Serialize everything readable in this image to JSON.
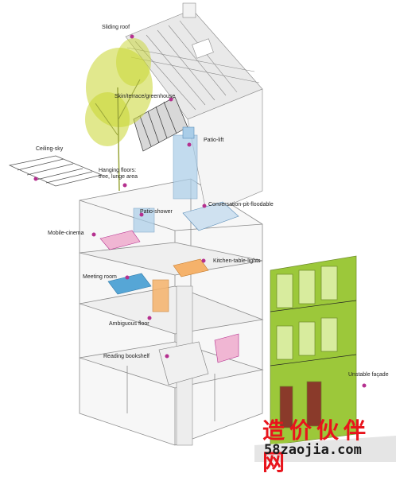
{
  "labels": {
    "sliding_roof": "Sliding roof",
    "skin_terrace_greenhouse": "Skin/terrace/greenhouse",
    "patio_lift": "Patio-lift",
    "ceiling_sky": "Ceiling-sky",
    "hanging_floors": "Hanging floors: tree, lunge area",
    "patio_shower": "Patio-shower",
    "conversation_pit": "Conversation-pit-floodable",
    "mobile_cinema": "Mobile-cinema",
    "kitchen_table_lights": "Kitchen-table-lights",
    "meeting_room": "Meeting room",
    "ambiguous_floor": "Ambiguous floor",
    "reading_bookshelf": "Reading bookshelf",
    "unstable_facade": "Unstable façade"
  },
  "watermark": {
    "chinese": "造价伙伴网",
    "url": "58zaojia.com"
  },
  "colors": {
    "marker": "#b5308f",
    "tree": "#c8d630",
    "facade": "#9cc83a",
    "glass": "#a9cde8",
    "watermark_red": "#e8141c"
  }
}
